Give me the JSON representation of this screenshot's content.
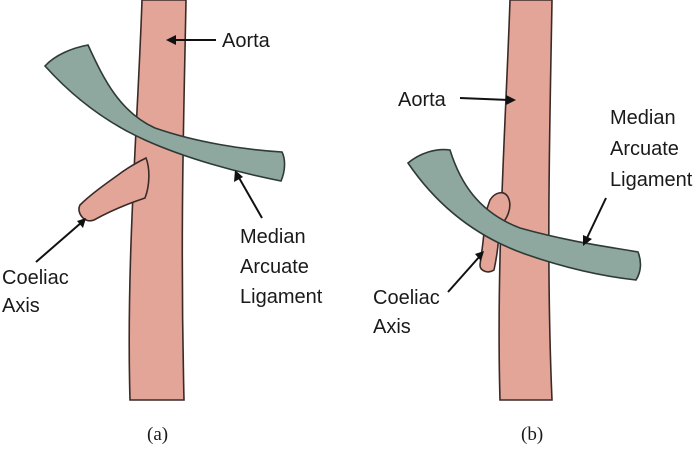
{
  "panel_a": {
    "labels": {
      "aorta": "Aorta",
      "ligament": [
        "Median",
        "Arcuate",
        "Ligament"
      ],
      "coeliac": [
        "Coeliac",
        "Axis"
      ]
    },
    "caption": "(a)"
  },
  "panel_b": {
    "labels": {
      "aorta": "Aorta",
      "ligament": [
        "Median",
        "Arcuate",
        "Ligament"
      ],
      "coeliac": [
        "Coeliac",
        "Axis"
      ]
    },
    "caption": "(b)"
  },
  "colors": {
    "aorta": "#e3a597",
    "ligament": "#8ea8a0",
    "outline": "#3a2a28"
  }
}
